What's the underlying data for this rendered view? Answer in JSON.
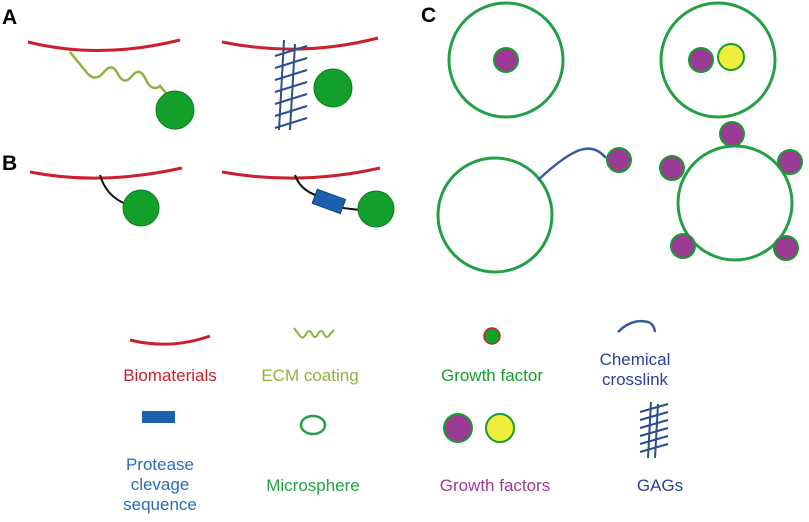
{
  "panels": {
    "a": "A",
    "b": "B",
    "c": "C"
  },
  "legend": {
    "biomaterials": "Biomaterials",
    "ecm_coating": "ECM coating",
    "growth_factor": "Growth factor",
    "chemical_crosslink": "Chemical\ncrosslink",
    "protease_sequence": "Protease\nclevage\nsequence",
    "microsphere": "Microsphere",
    "growth_factors": "Growth factors",
    "gags": "GAGs"
  },
  "colors": {
    "biomaterial": "#c8202c",
    "ecm": "#8cb43c",
    "growth_factor": "#12a02a",
    "crosslink": "#3a5aa0",
    "protease": "#1f5fb0",
    "microsphere": "#23a044",
    "gf_purple": "#9c3b96",
    "gf_yellow": "#f0ee3c",
    "gag": "#2a4f8a",
    "label_protease": "#2b6bb5",
    "label_growth_factors": "#a03a98",
    "label_gags": "#2b3f9a",
    "label_crosslink": "#2b3f9a"
  }
}
